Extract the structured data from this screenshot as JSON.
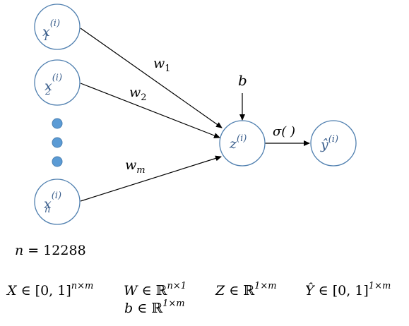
{
  "nodes": {
    "x1": {
      "base": "x",
      "sub": "1",
      "sup": "(i)"
    },
    "x2": {
      "base": "x",
      "sub": "2",
      "sup": "(i)"
    },
    "xn": {
      "base": "x",
      "sub": "n",
      "sup": "(i)"
    },
    "z": {
      "base": "z",
      "sup": "(i)"
    },
    "yhat": {
      "base": "ŷ",
      "sup": "(i)"
    }
  },
  "edge_labels": {
    "w1": {
      "base": "w",
      "sub": "1"
    },
    "w2": {
      "base": "w",
      "sub": "2"
    },
    "wm": {
      "base": "w",
      "sub": "m"
    },
    "b": "b",
    "activation": "σ( )"
  },
  "equations": {
    "n_equals": {
      "lhs": "n",
      "rhs": "= 12288"
    },
    "X_domain": {
      "lhs": "X",
      "rel": " ∈ [0, 1]",
      "sup": "n×m"
    },
    "W_domain": {
      "lhs": "W",
      "rel": " ∈ ℝ",
      "sup": "n×1"
    },
    "b_domain": {
      "lhs": "b",
      "rel": " ∈ ℝ",
      "sup": "1×m"
    },
    "Z_domain": {
      "lhs": "Z",
      "rel": " ∈ ℝ",
      "sup": "1×m"
    },
    "Yhat_domain": {
      "lhs": "Ŷ",
      "rel": " ∈ [0, 1]",
      "sup": "1×m"
    }
  },
  "colors": {
    "node_stroke": "#4f7faf",
    "node_text": "#3a5e8c",
    "ellipsis_dots": "#5b9bd5",
    "edges": "#000000"
  }
}
